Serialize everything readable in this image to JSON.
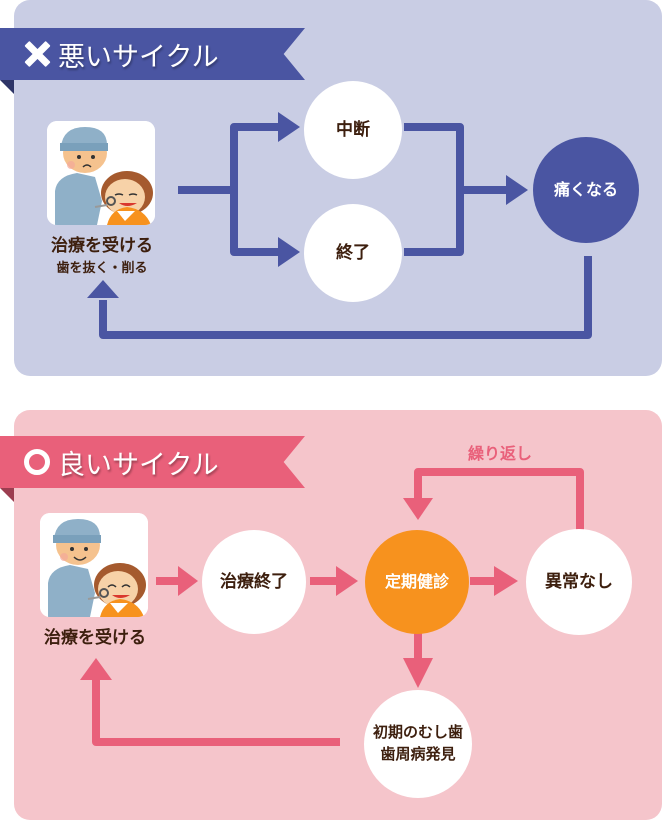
{
  "bad_cycle": {
    "title": "悪いサイクル",
    "title_icon": "cross-mark-icon",
    "start": {
      "label": "治療を受ける",
      "sublabel": "歯を抜く・削る",
      "image": "dentist-treating-patient-illustration"
    },
    "nodes": {
      "interrupt": "中断",
      "finish": "終了",
      "pain": "痛くなる"
    },
    "colors": {
      "panel": "#c9cde4",
      "accent": "#4a55a2"
    }
  },
  "good_cycle": {
    "title": "良いサイクル",
    "title_icon": "circle-mark-icon",
    "start": {
      "label": "治療を受ける",
      "image": "dentist-treating-patient-illustration"
    },
    "nodes": {
      "treatment_done": "治療終了",
      "checkup": "定期健診",
      "no_problem": "異常なし",
      "early_detection_line1": "初期のむし歯",
      "early_detection_line2": "歯周病発見"
    },
    "repeat_label": "繰り返し",
    "colors": {
      "panel": "#f5c5cb",
      "accent": "#e9607a",
      "checkup": "#f7921e"
    }
  }
}
